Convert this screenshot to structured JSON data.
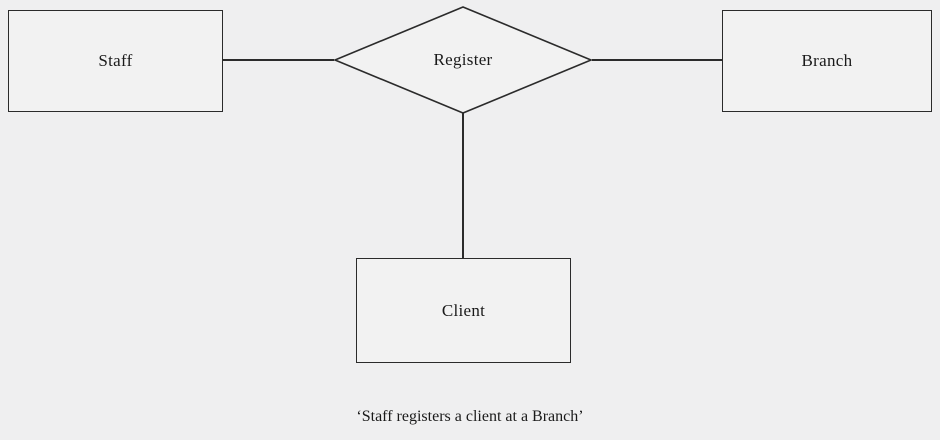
{
  "diagram": {
    "type": "entity-relationship",
    "caption": "‘Staff registers a client at a Branch’",
    "entities": [
      {
        "id": "staff",
        "label": "Staff"
      },
      {
        "id": "branch",
        "label": "Branch"
      },
      {
        "id": "client",
        "label": "Client"
      }
    ],
    "relationships": [
      {
        "id": "register",
        "label": "Register"
      }
    ],
    "connections": [
      {
        "from": "staff",
        "to": "register"
      },
      {
        "from": "register",
        "to": "branch"
      },
      {
        "from": "register",
        "to": "client"
      }
    ],
    "colors": {
      "background": "#efeff0",
      "shape_fill": "#f2f2f2",
      "stroke": "#2b2b2b",
      "text": "#1a1a1a"
    }
  }
}
